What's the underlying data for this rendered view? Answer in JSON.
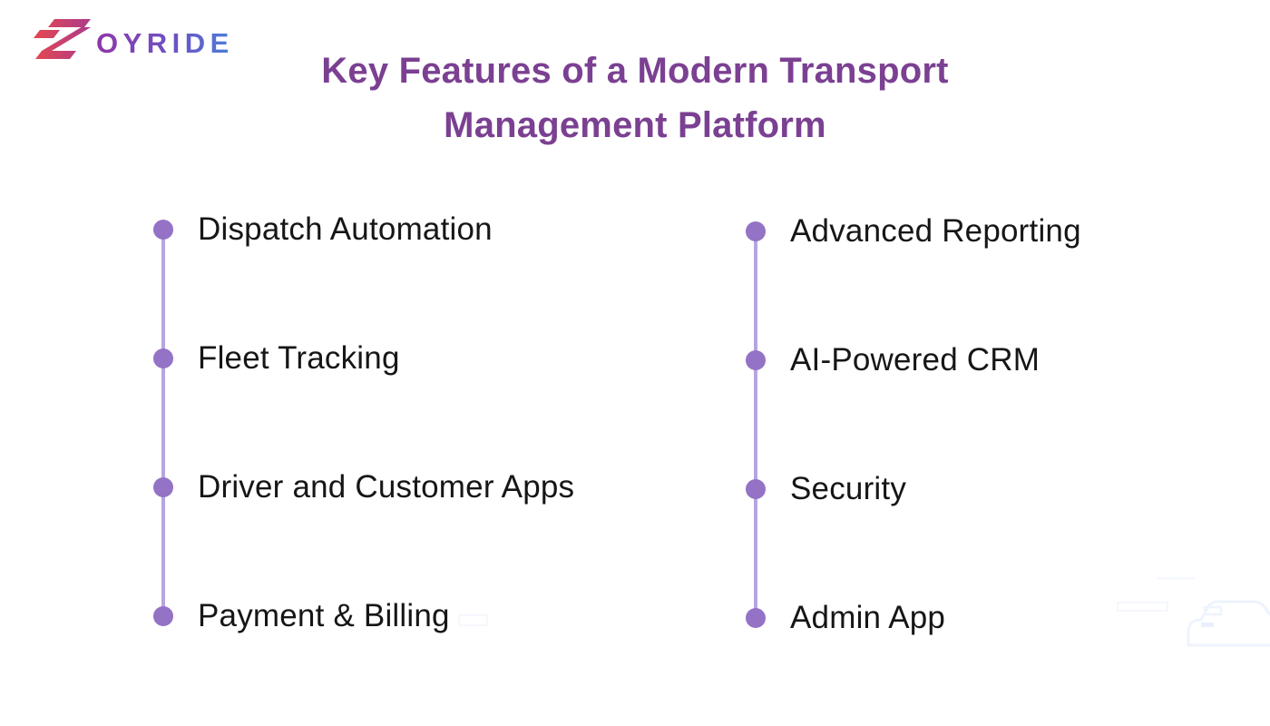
{
  "logo": {
    "brand": "ZOYRIDE",
    "mark": "stylized-double-z",
    "wordmark": "OYRIDE",
    "colors": {
      "mark_start": "#e6484d",
      "mark_end": "#a93a90",
      "word_start": "#9036a8",
      "word_end": "#3f8be0"
    }
  },
  "title": {
    "text": "Key Features of a Modern Transport Management Platform",
    "color": "#7b4092"
  },
  "features": {
    "left": [
      "Dispatch Automation",
      "Fleet Tracking",
      "Driver and Customer Apps",
      "Payment & Billing"
    ],
    "right": [
      "Advanced Reporting",
      "AI-Powered CRM",
      "Security",
      "Admin App"
    ]
  },
  "theme": {
    "background": "#ffffff",
    "bullet_dot": "#9472c6",
    "timeline_line": "#b7a5df",
    "item_text": "#161616"
  }
}
